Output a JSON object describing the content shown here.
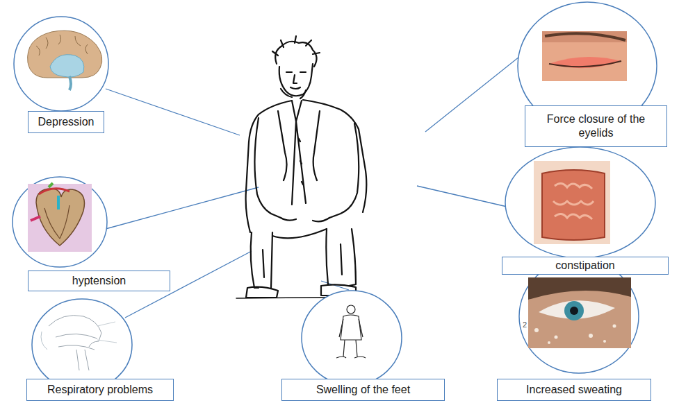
{
  "diagram": {
    "nodes": [
      {
        "text": [
          "Depression"
        ]
      },
      {
        "text": [
          "Force closure of the eyelids"
        ]
      },
      {
        "text": [
          "hyptension"
        ]
      },
      {
        "text": [
          "constipation"
        ]
      },
      {
        "text": [
          "Respiratory problems"
        ]
      },
      {
        "text": [
          "Swelling of the feet"
        ]
      },
      {
        "text": [
          "Increased sweating"
        ]
      }
    ],
    "edges": [],
    "labels": [
      "2"
    ]
  }
}
